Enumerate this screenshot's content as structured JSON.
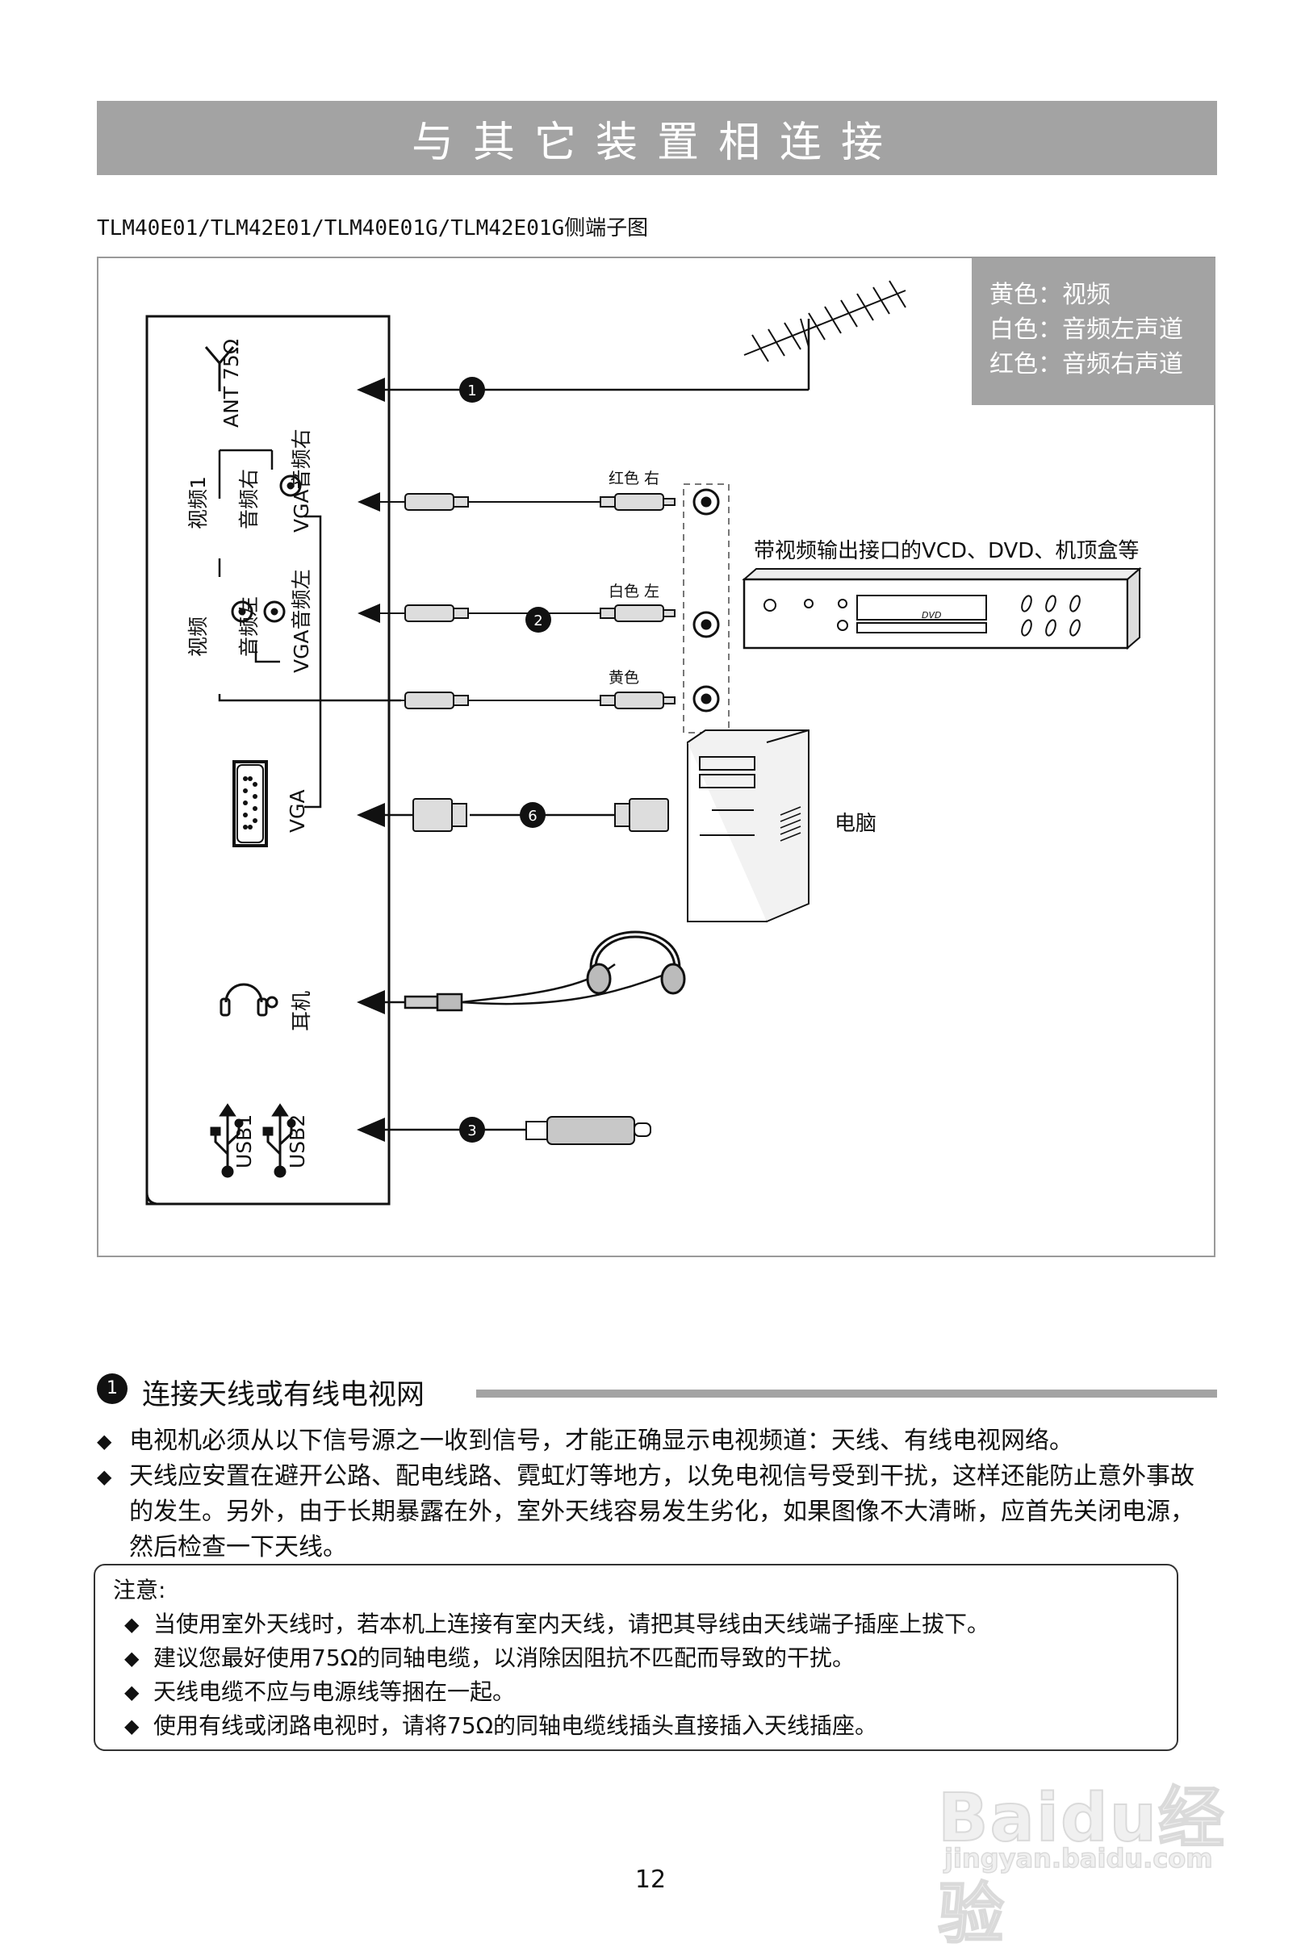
{
  "page_title": "与其它装置相连接",
  "subtitle": "TLM40E01/TLM42E01/TLM40E01G/TLM42E01G侧端子图",
  "legend": {
    "yellow": "黄色：视频",
    "white": "白色：音频左声道",
    "red": "红色：音频右声道"
  },
  "panel_labels": {
    "ant": "ANT 75Ω",
    "video1": "视频1",
    "audio_right": "音频右",
    "vga_audio_right": "VGA音频右",
    "video": "视频",
    "audio_left": "音频左",
    "vga_audio_left": "VGA音频左",
    "vga": "VGA",
    "headphone": "耳机",
    "usb1": "USB1",
    "usb2": "USB2"
  },
  "cable_labels": {
    "red_right": "红色 右",
    "white_left": "白色 左",
    "yellow": "黄色"
  },
  "markers": {
    "antenna": "1",
    "av": "2",
    "usb": "3",
    "vga": "6"
  },
  "device_labels": {
    "dvd": "带视频输出接口的VCD、DVD、机顶盒等",
    "dvd_logo": "DVD",
    "pc": "电脑"
  },
  "section": {
    "number": "1",
    "title": "连接天线或有线电视网",
    "bullet_mark": "◆",
    "bullets": [
      "电视机必须从以下信号源之一收到信号，才能正确显示电视频道：天线、有线电视网络。",
      "天线应安置在避开公路、配电线路、霓虹灯等地方，以免电视信号受到干扰，这样还能防止意外事故的发生。另外，由于长期暴露在外，室外天线容易发生劣化，如果图像不大清晰，应首先关闭电源，然后检查一下天线。"
    ]
  },
  "note": {
    "title": "注意:",
    "items": [
      "当使用室外天线时，若本机上连接有室内天线，请把其导线由天线端子插座上拔下。",
      "建议您最好使用75Ω的同轴电缆，以消除因阻抗不匹配而导致的干扰。",
      "天线电缆不应与电源线等捆在一起。",
      "使用有线或闭路电视时，请将75Ω的同轴电缆线插头直接插入天线插座。"
    ]
  },
  "watermark": {
    "brand": "Baidu经验",
    "url": "jingyan.baidu.com"
  },
  "page_number": "12"
}
